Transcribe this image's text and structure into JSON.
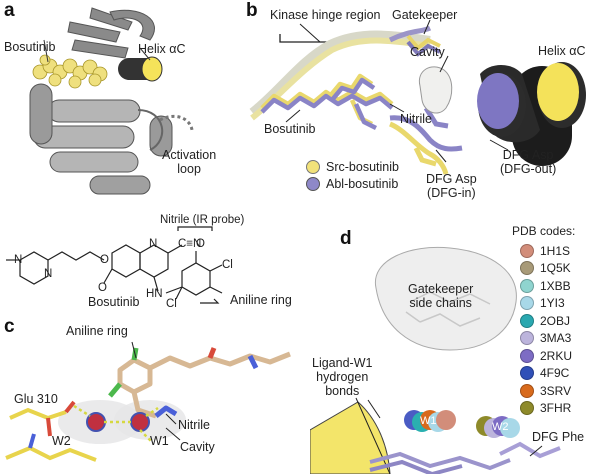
{
  "panel_a": {
    "label": "a",
    "bosutinib": "Bosutinib",
    "helix": "Helix αC",
    "activation_loop_1": "Activation",
    "activation_loop_2": "loop"
  },
  "panel_b": {
    "label": "b",
    "hinge": "Kinase hinge region",
    "gatekeeper": "Gatekeeper",
    "cavity": "Cavity",
    "helix": "Helix αC",
    "bosutinib": "Bosutinib",
    "nitrile": "Nitrile",
    "dfg_out_1": "DFG Asp",
    "dfg_out_2": "(DFG-out)",
    "dfg_in_1": "DFG Asp",
    "dfg_in_2": "(DFG-in)",
    "legend": [
      {
        "label": "Src-bosutinib",
        "color": "#f2e27a"
      },
      {
        "label": "Abl-bosutinib",
        "color": "#8e88c8"
      }
    ]
  },
  "structure": {
    "nitrile_probe": "Nitrile (IR probe)",
    "name": "Bosutinib",
    "aniline": "Aniline ring",
    "atoms": {
      "N": "N",
      "O": "O",
      "Cl": "Cl",
      "HN": "HN",
      "CN": "C≡N"
    }
  },
  "panel_c": {
    "label": "c",
    "aniline": "Aniline ring",
    "glu": "Glu 310",
    "nitrile": "Nitrile",
    "w2": "W2",
    "w1": "W1",
    "cavity": "Cavity"
  },
  "panel_d": {
    "label": "d",
    "pdb_title": "PDB codes:",
    "pdb_codes": [
      {
        "code": "1H1S",
        "color": "#d28d7a"
      },
      {
        "code": "1Q5K",
        "color": "#a89a78"
      },
      {
        "code": "1XBB",
        "color": "#8fd4cf"
      },
      {
        "code": "1YI3",
        "color": "#a8d8e8"
      },
      {
        "code": "2OBJ",
        "color": "#2aa8b0"
      },
      {
        "code": "3MA3",
        "color": "#bcb4dc"
      },
      {
        "code": "2RKU",
        "color": "#7d6cc4"
      },
      {
        "code": "4F9C",
        "color": "#3050b8"
      },
      {
        "code": "3SRV",
        "color": "#d86a1c"
      },
      {
        "code": "3FHR",
        "color": "#8e8a2a"
      }
    ],
    "gatekeeper_1": "Gatekeeper",
    "gatekeeper_2": "side chains",
    "ligand_1": "Ligand-W1",
    "ligand_2": "hydrogen",
    "ligand_3": "bonds",
    "w1": "W1",
    "w2": "W2",
    "dfg_phe": "DFG Phe"
  }
}
